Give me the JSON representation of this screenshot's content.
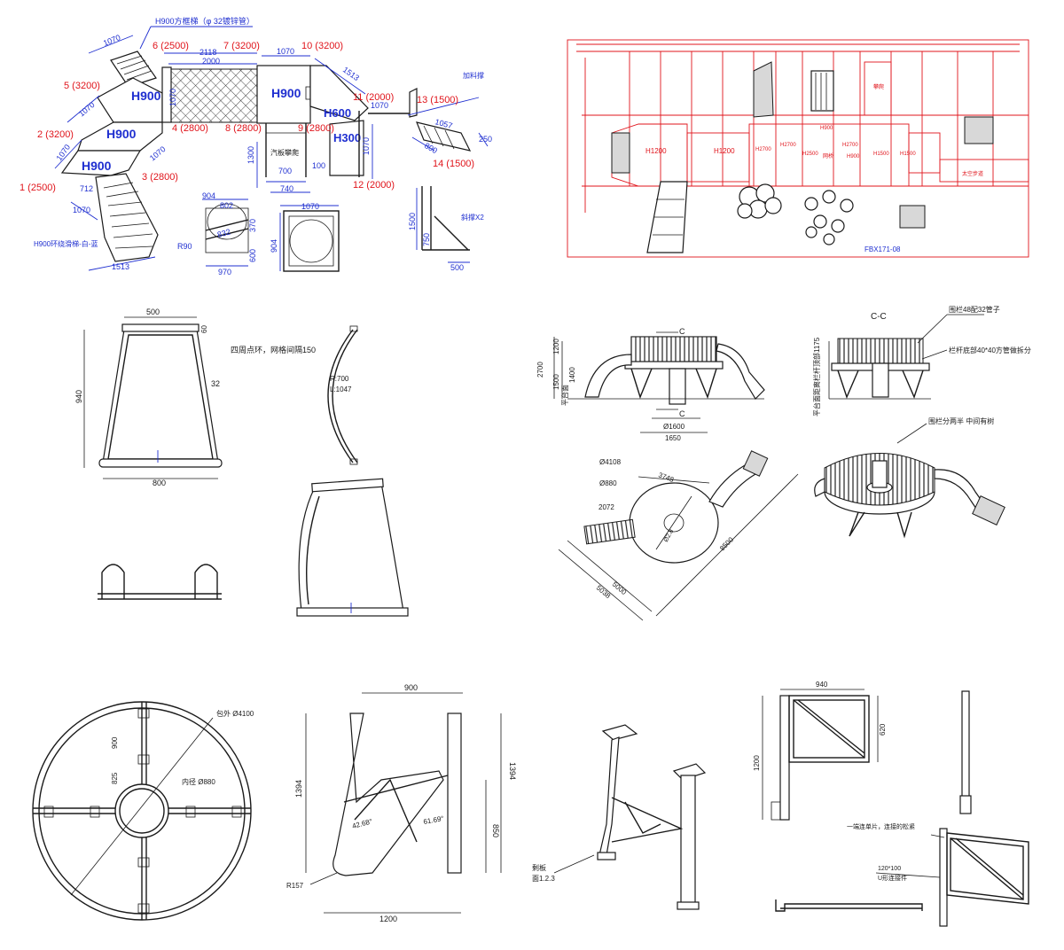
{
  "panel1": {
    "title_note": "H900方框梯（φ 32镀锌管）",
    "red_labels": [
      "1 (2500)",
      "2 (3200)",
      "3 (2800)",
      "4 (2800)",
      "5 (3200)",
      "6 (2500)",
      "7 (3200)",
      "8 (2800)",
      "9 (2800)",
      "10 (3200)",
      "11 (2000)",
      "12 (2000)",
      "13 (1500)",
      "14 (1500)"
    ],
    "platforms": [
      "H900",
      "H900",
      "H900",
      "H900",
      "H600",
      "H300"
    ],
    "dims": [
      "1070",
      "2118",
      "2000",
      "1070",
      "1070",
      "1070",
      "1070",
      "1070",
      "1513",
      "1070",
      "712",
      "1070",
      "1513",
      "1070",
      "1300",
      "700",
      "740",
      "100",
      "1057",
      "800",
      "250",
      "904",
      "802",
      "832",
      "370",
      "600",
      "970",
      "R90",
      "1070",
      "904",
      "1500",
      "750",
      "500"
    ],
    "notes": [
      "加料撑",
      "汽板攀爬",
      "H900环绕滑梯-白-蓝",
      "斜撑X2"
    ]
  },
  "panel2": {
    "label": "FBX171-08",
    "zones": [
      "H1200",
      "H1200",
      "H2700",
      "H2700",
      "H2500",
      "H2700",
      "H900",
      "H1500",
      "H1500",
      "H900",
      "网桥",
      "攀爬",
      "太空步道"
    ]
  },
  "panel3": {
    "dims": [
      "500",
      "60",
      "940",
      "32",
      "800"
    ],
    "note": "四周点环，网格间隔150",
    "arc_note_r": "R:700",
    "arc_note_l": "L:1047"
  },
  "panel4": {
    "section_mark": "C-C",
    "marks": [
      "C",
      "C"
    ],
    "dims": [
      "2700",
      "1200",
      "1500",
      "1400",
      "Ø1600",
      "1650"
    ],
    "side_label": "平台面",
    "side_label2": "平台面距离栏杆顶部1175",
    "notes": [
      "围栏48配32管子",
      "栏杆底部40*40方管做拆分",
      "围栏分两半 中间有树"
    ],
    "plan_dims": [
      "Ø4108",
      "Ø880",
      "3748",
      "2072",
      "Ø2.8",
      "5000",
      "5038",
      "8500"
    ]
  },
  "panel5": {
    "dims": [
      "包外 Ø4100",
      "900",
      "825",
      "内径 Ø880"
    ]
  },
  "panel6": {
    "dims": [
      "900",
      "1394",
      "1394",
      "850",
      "42.68°",
      "61.69°",
      "R157",
      "1200"
    ]
  },
  "panel7": {
    "note1": "剩板",
    "note2": "面1.2.3"
  },
  "panel8": {
    "dims": [
      "940",
      "620",
      "1200"
    ],
    "notes": [
      "一端连单片，连接的松紧",
      "120*100",
      "U形连接件"
    ]
  },
  "colors": {
    "red": "#e0141b",
    "blue": "#1f2fd0",
    "ink": "#1a1a1a"
  }
}
